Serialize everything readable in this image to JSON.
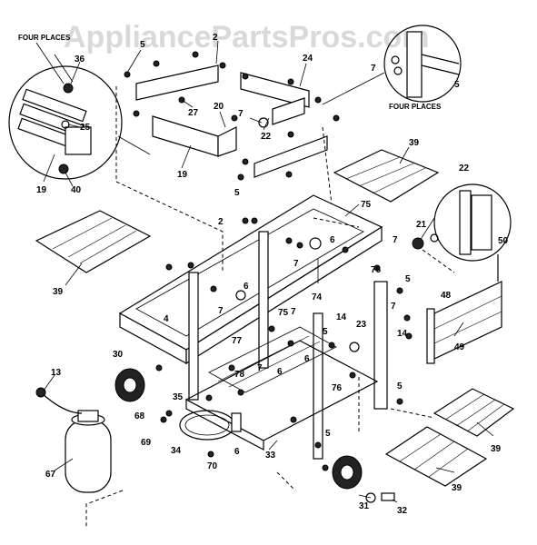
{
  "watermark": "AppliancePartsPros.com",
  "notes": {
    "four_places_left": "FOUR PLACES",
    "four_places_right": "FOUR PLACES"
  },
  "labels": {
    "n2a": "2",
    "n2b": "2",
    "n4": "4",
    "n5a": "5",
    "n5b": "5",
    "n5c": "5",
    "n5d": "5",
    "n5e": "5",
    "n5f": "5",
    "n5g": "5",
    "n6a": "6",
    "n6b": "6",
    "n6c": "6",
    "n6d": "6",
    "n6e": "6",
    "n7a": "7",
    "n7b": "7",
    "n7c": "7",
    "n7d": "7",
    "n7e": "7",
    "n7f": "7",
    "n7g": "7",
    "n7h": "7",
    "n13": "13",
    "n14a": "14",
    "n14b": "14",
    "n19a": "19",
    "n19b": "19",
    "n20": "20",
    "n21": "21",
    "n22a": "22",
    "n22b": "22",
    "n23": "23",
    "n24": "24",
    "n25": "25",
    "n27": "27",
    "n30": "30",
    "n31": "31",
    "n32": "32",
    "n33": "33",
    "n34": "34",
    "n35": "35",
    "n36": "36",
    "n39a": "39",
    "n39b": "39",
    "n39c": "39",
    "n39d": "39",
    "n40": "40",
    "n48": "48",
    "n49": "49",
    "n50": "50",
    "n67": "67",
    "n68": "68",
    "n69": "69",
    "n70": "70",
    "n74": "74",
    "n75a": "75",
    "n75b": "75",
    "n76a": "76",
    "n76b": "76",
    "n77": "77",
    "n78": "78"
  }
}
